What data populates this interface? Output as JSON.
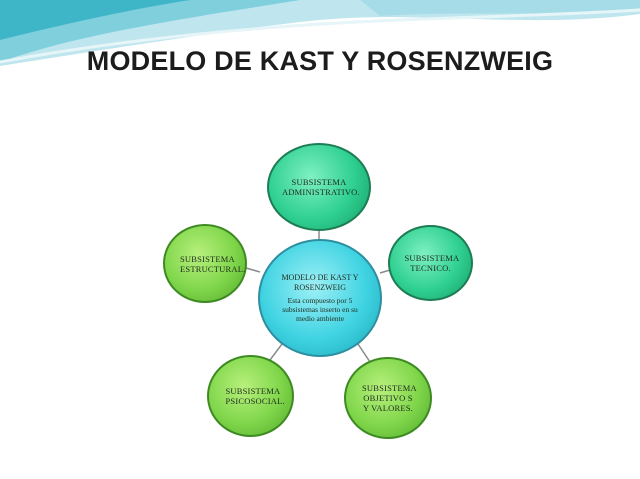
{
  "slide": {
    "title": "MODELO DE KAST Y ROSENZWEIG",
    "colors": {
      "center": "#3fd3e2",
      "teal_nodes": "#2fd091",
      "green_nodes": "#7fd64a",
      "wave_dark": "#3fb6c8",
      "wave_light": "#bfe6ee"
    }
  },
  "diagram": {
    "center": {
      "heading": "MODELO DE KAST Y ROSENZWEIG",
      "text": "Esta compuesto por 5 subsistemas inserto en su medio ambiente"
    },
    "nodes": {
      "top": "SUBSISTEMA ADMINISTRATIVO.",
      "right": "SUBSISTEMA TECNICO.",
      "left": "SUBSISTEMA ESTRUCTURAL.",
      "bottom_left": "SUBSISTEMA PSICOSOCIAL.",
      "bottom_right": "SUBSISTEMA OBJETIVO S Y VALORES."
    }
  }
}
